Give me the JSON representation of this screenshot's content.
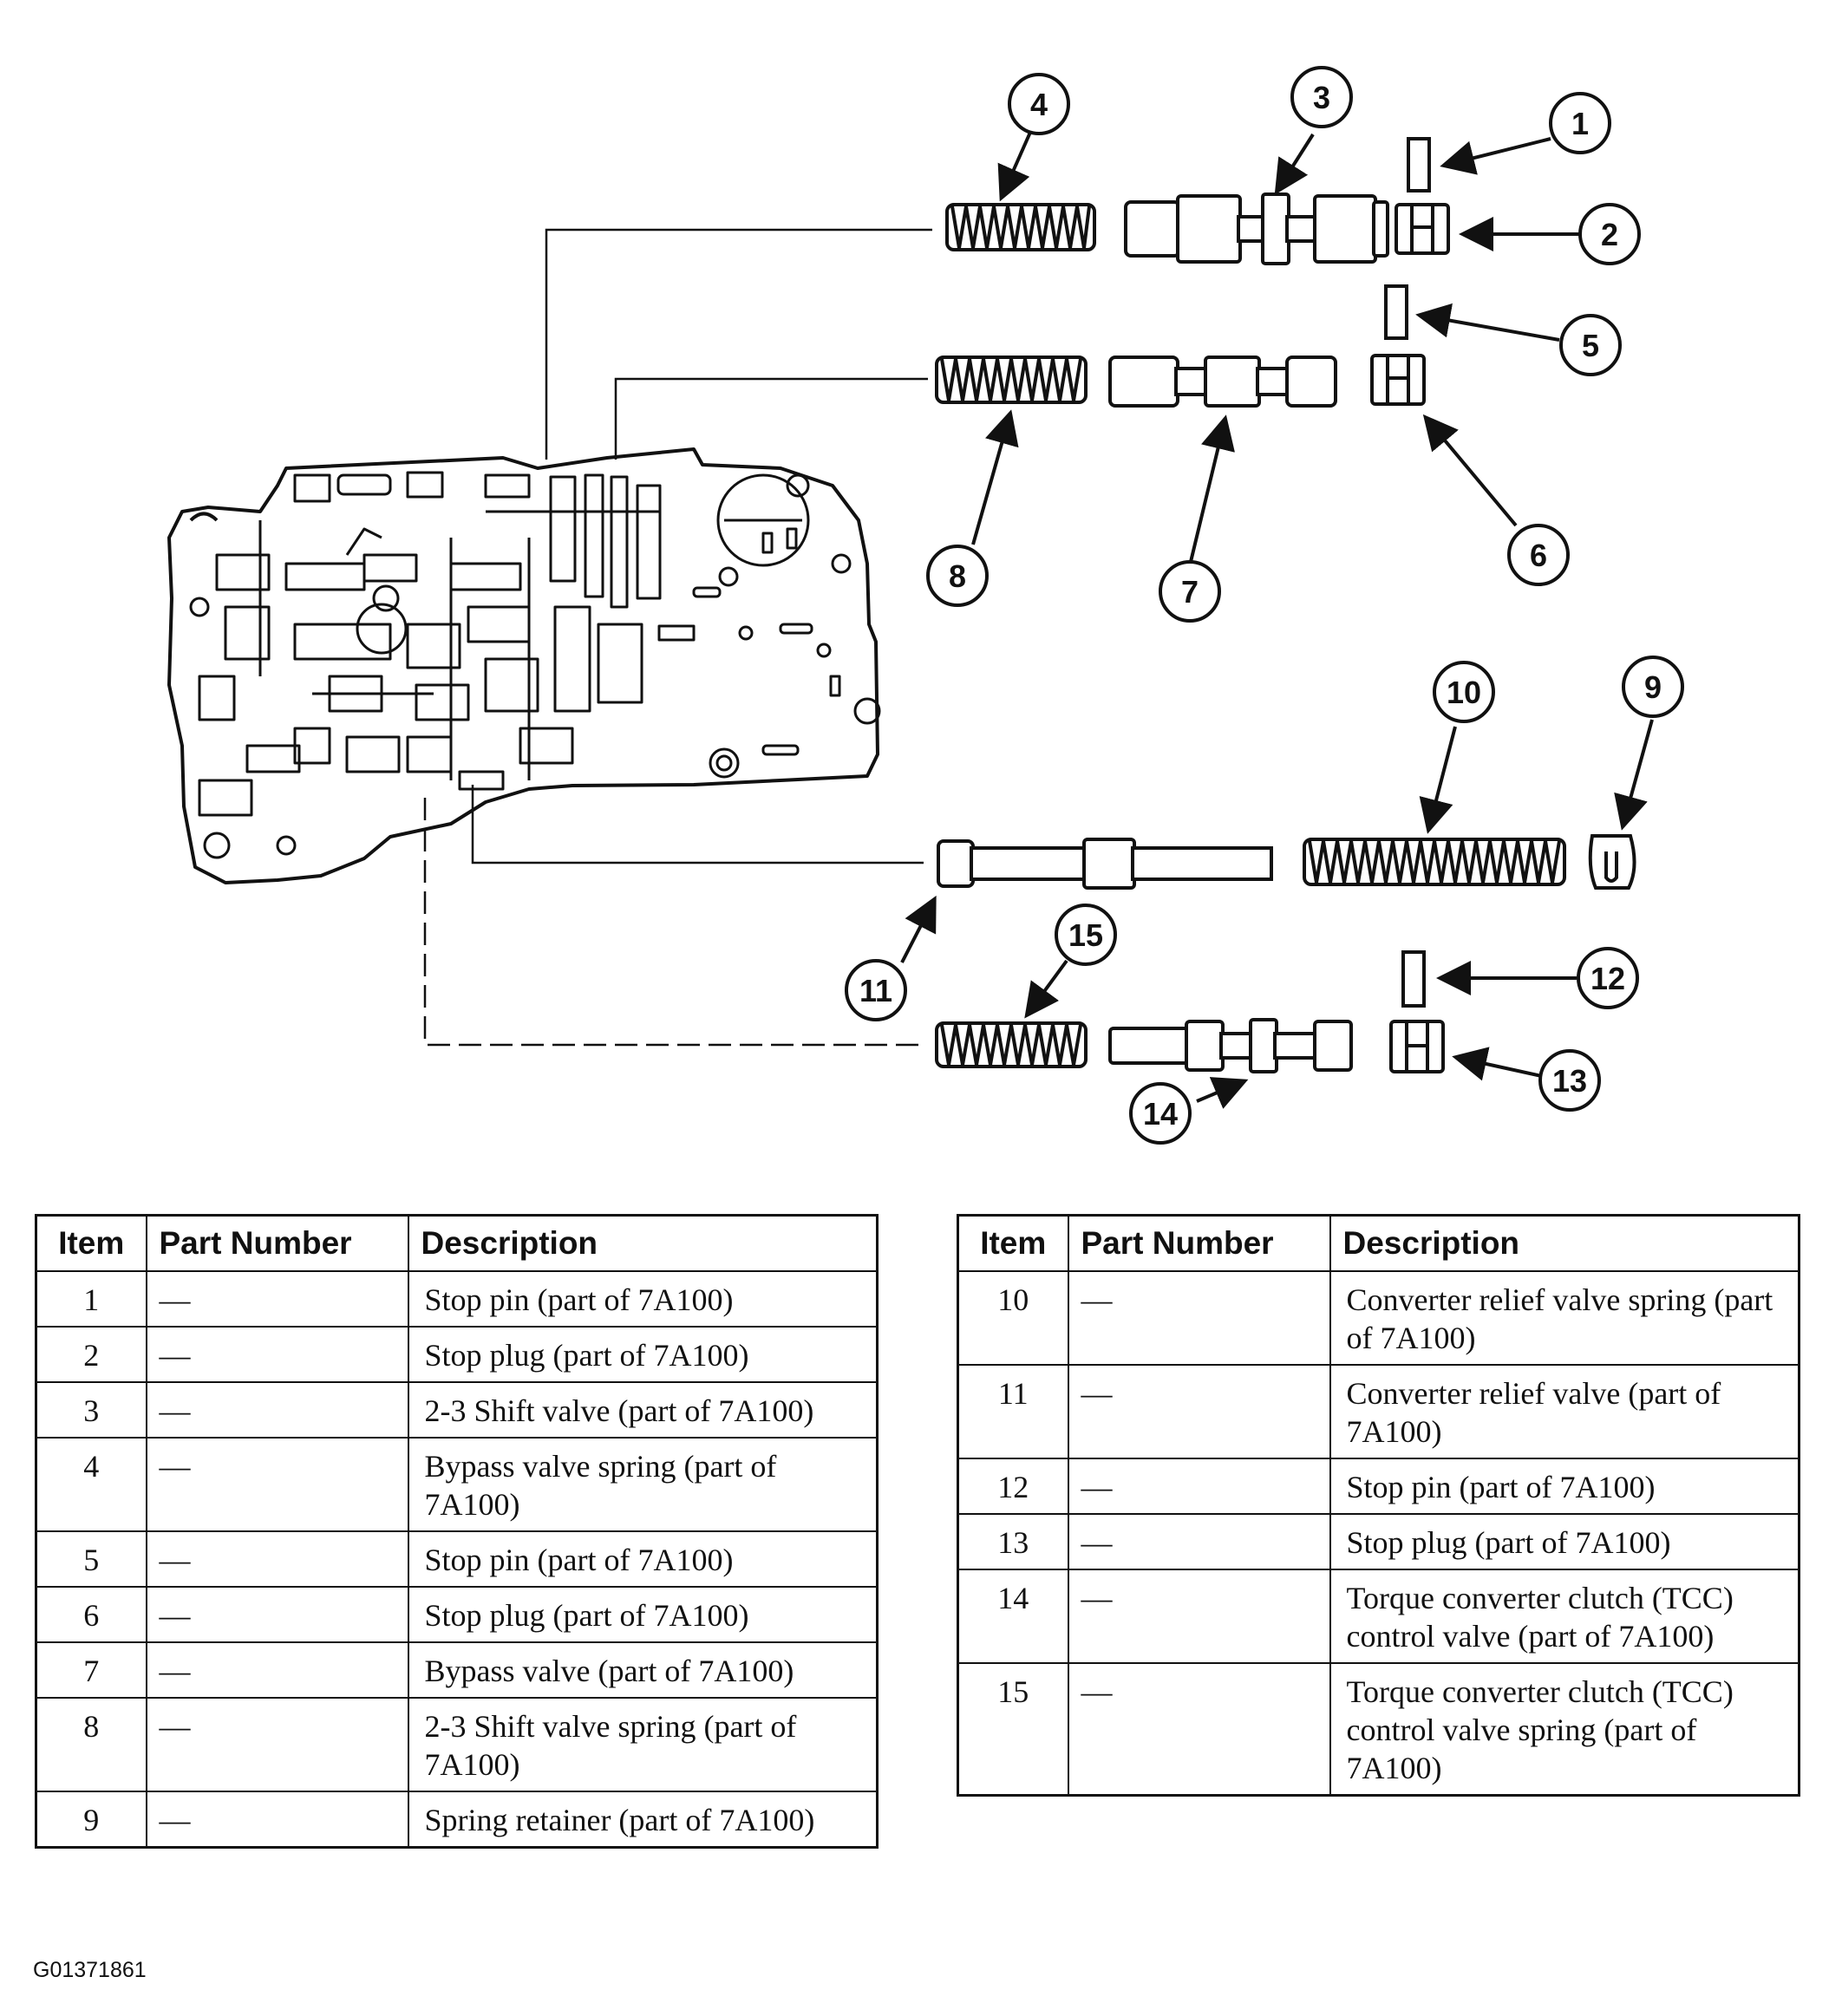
{
  "callouts": [
    {
      "number": "1",
      "part": "stop-pin"
    },
    {
      "number": "2",
      "part": "stop-plug"
    },
    {
      "number": "3",
      "part": "2-3-shift-valve"
    },
    {
      "number": "4",
      "part": "bypass-valve-spring"
    },
    {
      "number": "5",
      "part": "stop-pin"
    },
    {
      "number": "6",
      "part": "stop-plug"
    },
    {
      "number": "7",
      "part": "bypass-valve"
    },
    {
      "number": "8",
      "part": "2-3-shift-valve-spring"
    },
    {
      "number": "9",
      "part": "spring-retainer"
    },
    {
      "number": "10",
      "part": "converter-relief-valve-spring"
    },
    {
      "number": "11",
      "part": "converter-relief-valve"
    },
    {
      "number": "12",
      "part": "stop-pin"
    },
    {
      "number": "13",
      "part": "stop-plug"
    },
    {
      "number": "14",
      "part": "tcc-control-valve"
    },
    {
      "number": "15",
      "part": "tcc-control-valve-spring"
    }
  ],
  "table": {
    "headers": {
      "item": "Item",
      "part_number": "Part Number",
      "description": "Description"
    },
    "left_rows": [
      {
        "item": "1",
        "part_number": "—",
        "description": "Stop pin (part of 7A100)"
      },
      {
        "item": "2",
        "part_number": "—",
        "description": "Stop plug (part of 7A100)"
      },
      {
        "item": "3",
        "part_number": "—",
        "description": "2-3 Shift valve (part of 7A100)"
      },
      {
        "item": "4",
        "part_number": "—",
        "description": "Bypass valve spring (part of 7A100)"
      },
      {
        "item": "5",
        "part_number": "—",
        "description": "Stop pin (part of 7A100)"
      },
      {
        "item": "6",
        "part_number": "—",
        "description": "Stop plug (part of 7A100)"
      },
      {
        "item": "7",
        "part_number": "—",
        "description": "Bypass valve (part of 7A100)"
      },
      {
        "item": "8",
        "part_number": "—",
        "description": "2-3 Shift valve spring (part of 7A100)"
      },
      {
        "item": "9",
        "part_number": "—",
        "description": "Spring retainer (part of 7A100)"
      }
    ],
    "right_rows": [
      {
        "item": "10",
        "part_number": "—",
        "description": "Converter relief valve spring (part of 7A100)"
      },
      {
        "item": "11",
        "part_number": "—",
        "description": "Converter relief valve (part of 7A100)"
      },
      {
        "item": "12",
        "part_number": "—",
        "description": "Stop pin (part of 7A100)"
      },
      {
        "item": "13",
        "part_number": "—",
        "description": "Stop plug (part of 7A100)"
      },
      {
        "item": "14",
        "part_number": "—",
        "description": "Torque converter clutch (TCC) control valve (part of 7A100)"
      },
      {
        "item": "15",
        "part_number": "—",
        "description": "Torque converter clutch (TCC) control valve spring (part of 7A100)"
      }
    ]
  },
  "figure_id": "G01371861"
}
